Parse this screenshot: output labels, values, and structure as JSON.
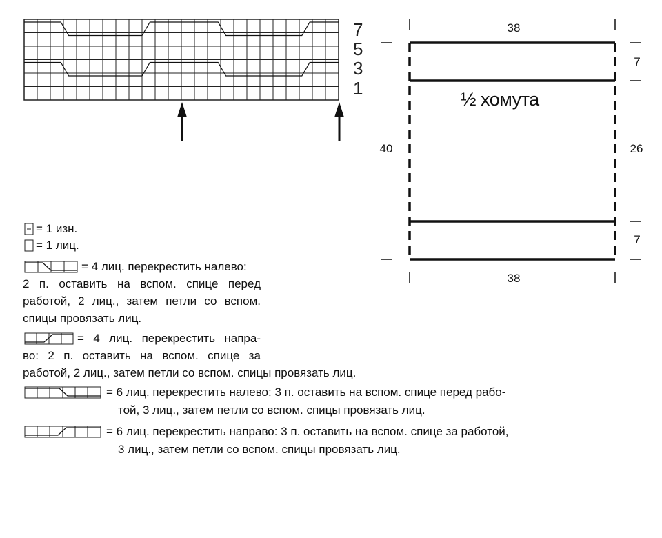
{
  "chart_grid": {
    "row_labels": [
      "7",
      "5",
      "3",
      "1"
    ]
  },
  "schematic": {
    "title": "½ хомута",
    "top_width": "38",
    "bottom_width": "38",
    "left_height": "40",
    "right_top": "7",
    "right_middle": "26",
    "right_bottom": "7"
  },
  "legend": {
    "purl": "= 1 изн.",
    "knit": "= 1 лиц.",
    "cross4_left": [
      "= 4 лиц. перекрестить налево:",
      "2 п. оставить на вспом. спице перед",
      "работой, 2 лиц., затем петли со вспом.",
      "спицы провязать лиц."
    ],
    "cross4_right": [
      "= 4 лиц. перекрестить напра-",
      "во: 2 п. оставить на вспом. спице за",
      "работой, 2 лиц., затем петли со вспом. спицы провязать лиц."
    ],
    "cross6_left": [
      "= 6 лиц. перекрестить налево: 3 п. оставить на вспом. спице перед рабо-",
      "той, 3 лиц., затем петли со вспом. спицы провязать лиц."
    ],
    "cross6_right": [
      "= 6 лиц. перекрестить направо: 3 п. оставить на вспом. спице за работой,",
      "3 лиц., затем петли со вспом. спицы провязать лиц."
    ]
  }
}
